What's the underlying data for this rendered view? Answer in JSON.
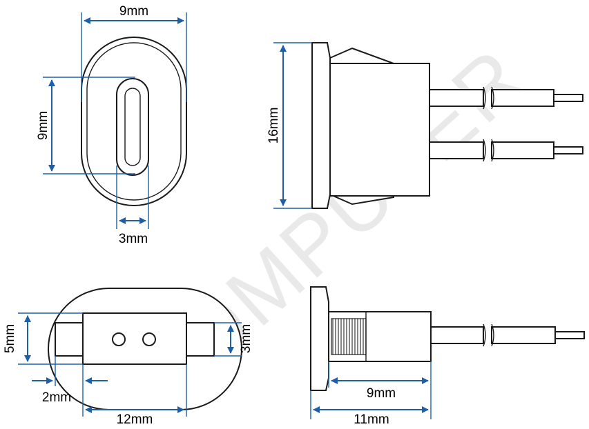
{
  "watermark": "KOMPUTER",
  "colors": {
    "dimension": "#1f5fa8",
    "outline": "#1a1a1a"
  },
  "views": {
    "front": {
      "width_label": "9mm",
      "height_label": "9mm",
      "slot_label": "3mm"
    },
    "side": {
      "height_label": "16mm"
    },
    "bottom": {
      "height_label": "5mm",
      "right_label": "3mm",
      "offset_label": "2mm",
      "width_label": "12mm"
    },
    "side_bottom": {
      "body_label": "9mm",
      "total_label": "11mm"
    }
  }
}
